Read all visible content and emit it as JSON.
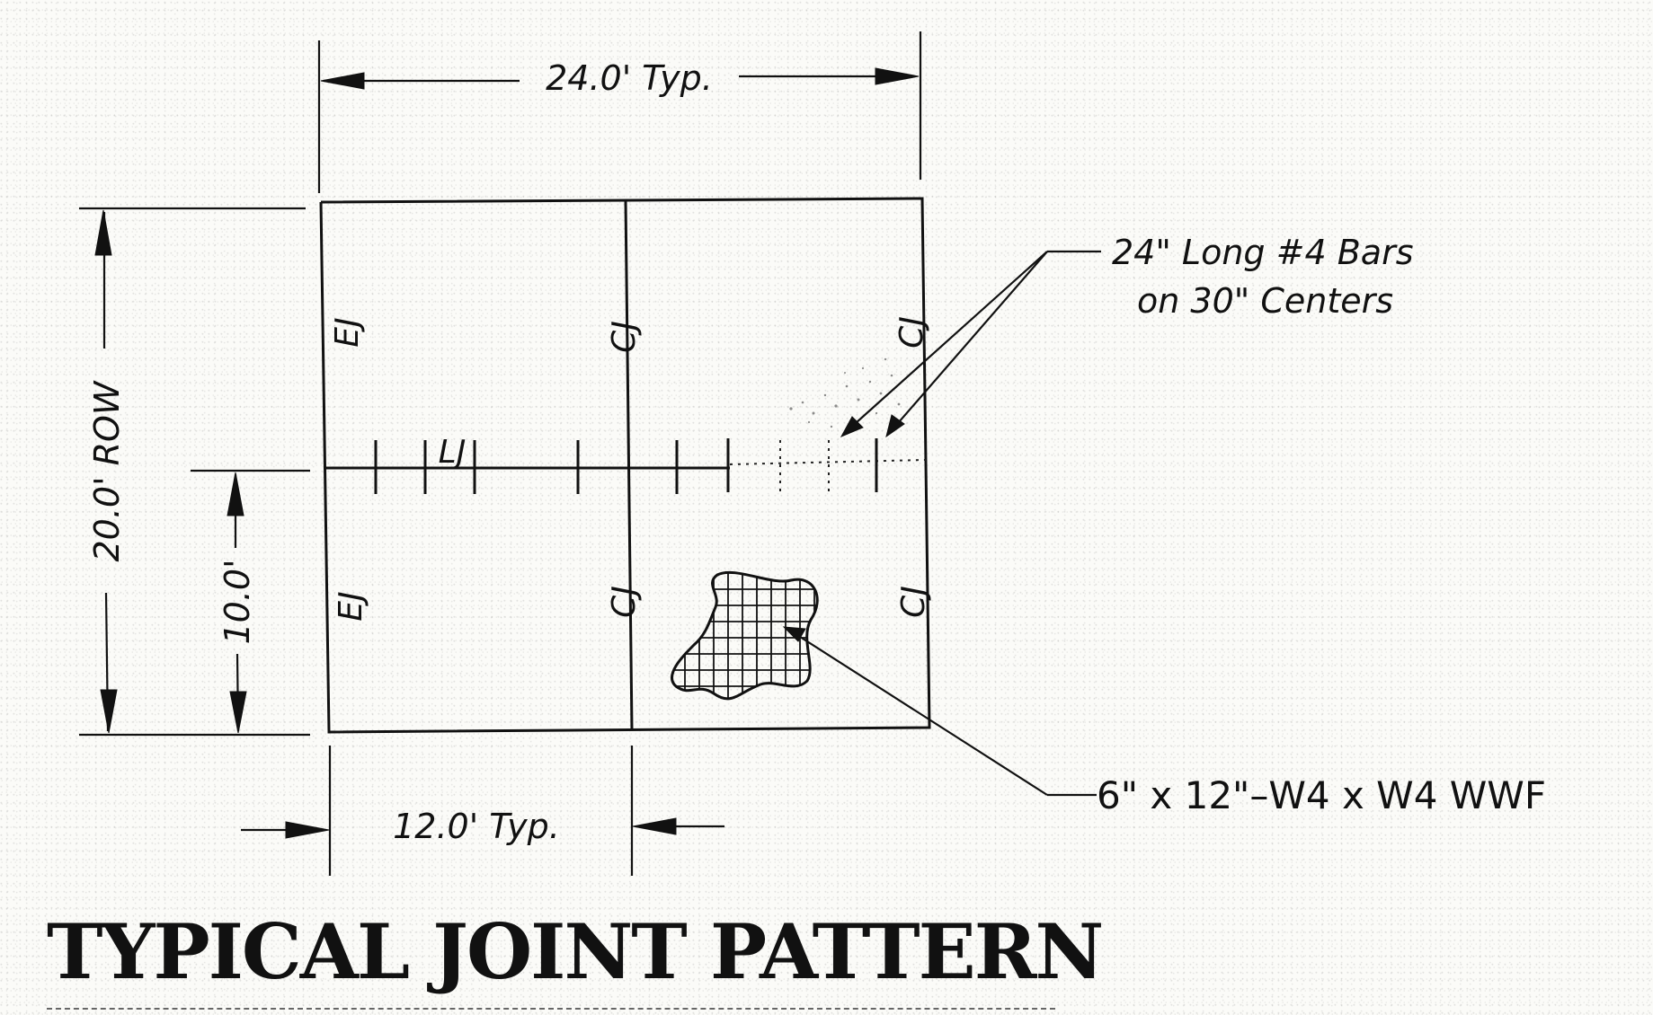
{
  "title": "TYPICAL JOINT PATTERN",
  "dimensions": {
    "width_top": "24.0' Typ.",
    "row_height": "20.0' ROW",
    "half_height": "10.0'",
    "lane_width": "12.0' Typ."
  },
  "joint_labels": {
    "ej": "EJ",
    "cj": "CJ",
    "lj": "LJ"
  },
  "notes": {
    "bars_line1": "24\" Long #4 Bars",
    "bars_line2": "on 30\" Centers",
    "wwf": "6\" x 12\"–W4 x W4 WWF"
  }
}
